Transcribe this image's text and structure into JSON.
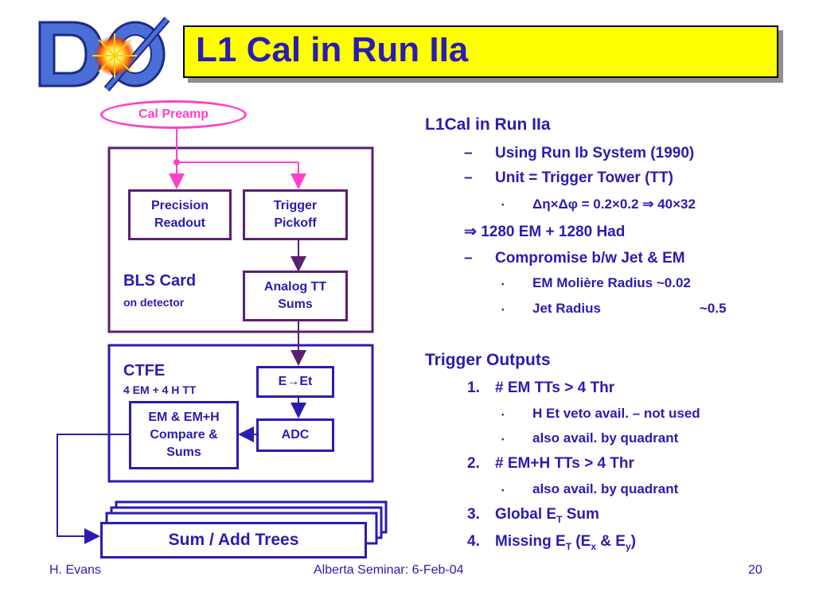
{
  "logo": {
    "alt": "DØ"
  },
  "title": "L1 Cal in Run IIa",
  "diagram": {
    "cal_preamp": "Cal Preamp",
    "precision_readout": "Precision\nReadout",
    "trigger_pickoff": "Trigger\nPickoff",
    "analog_tt_sums": "Analog TT\nSums",
    "bls_card": "BLS Card",
    "bls_card_sub": "on detector",
    "ctfe": "CTFE",
    "ctfe_sub": "4 EM + 4 H TT",
    "e_to_et": "E→Et",
    "adc": "ADC",
    "em_compare": "EM & EM+H\nCompare &\nSums",
    "sum_add_trees": "Sum / Add Trees"
  },
  "right": {
    "heading1": "L1Cal in Run IIa",
    "item1": "Using Run Ib System (1990)",
    "item2": "Unit = Trigger Tower (TT)",
    "item2_sub": "Δη×Δφ = 0.2×0.2 ⇒ 40×32",
    "implies": "⇒ 1280 EM + 1280 Had",
    "item3": "Compromise b/w Jet & EM",
    "item3_sub1": "EM Molière Radius ~0.02",
    "item3_sub2_label": "Jet Radius",
    "item3_sub2_value": "~0.5",
    "heading2": "Trigger Outputs",
    "out1": "# EM TTs > 4 Thr",
    "out1_sub1": "H Et veto avail. – not used",
    "out1_sub2": "also avail. by quadrant",
    "out2": "# EM+H TTs > 4 Thr",
    "out2_sub1": "also avail. by quadrant",
    "out3_pre": "Global E",
    "out3_sub": "T",
    "out3_post": " Sum",
    "out4_pre": "Missing E",
    "out4_sub": "T",
    "out4_mid1": " (E",
    "out4_subx": "x",
    "out4_mid2": " & E",
    "out4_suby": "y",
    "out4_post": ")",
    "num1": "1.",
    "num2": "2.",
    "num3": "3.",
    "num4": "4.",
    "dash": "–",
    "diamond": "⬩"
  },
  "footer": {
    "author": "H. Evans",
    "event": "Alberta Seminar: 6-Feb-04",
    "page": "20"
  },
  "colors": {
    "text": "#2a1cb0",
    "title_bg": "#ffff00",
    "block_border": "#5b1f70",
    "pink": "#ff40c8"
  }
}
